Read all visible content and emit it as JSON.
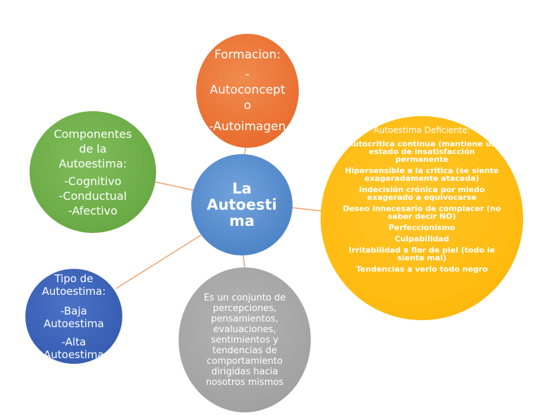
{
  "center": {
    "title": "La Autoestima",
    "lines": [
      "La",
      "Autoesti",
      "ma"
    ]
  },
  "formacion": {
    "lines": [
      "Formacion:",
      "-",
      "Autoconcept",
      "o",
      "-Autoimagen"
    ]
  },
  "componentes": {
    "title_lines": [
      "Componentes",
      "de la",
      "Autoestima:"
    ],
    "items": [
      "-Cognitivo",
      "-Conductual",
      "-Afectivo"
    ]
  },
  "tipo": {
    "title_lines": [
      "Tipo de",
      "Autoestima:"
    ],
    "items": [
      "-Baja\nAutoestima",
      "-Alta\nAutoestima"
    ]
  },
  "definicion": {
    "text": "Es un conjunto de percepciones, pensamientos, evaluaciones, sentimientos y tendencias de comportamiento dirigidas hacia nosotros mismos"
  },
  "deficiente": {
    "title": "Autoestima Deficiente:",
    "items": [
      "Autocritica continua (mantiene un estado de insatisfacción permanente",
      "Hipersensible a la critica (se siente exageradamente atacada)",
      "Indecisión crónica por miedo exagerado a equivocarse",
      "Deseo innecesario de complacer (no saber decir NO)",
      "Perfeccionismo",
      "Culpabilidad",
      "Irritabilidad a flor de piel (todo le sienta mal)",
      "Tendencias a verlo todo negro"
    ]
  },
  "colors": {
    "connector": "#f0a070",
    "center": "#4f86c9",
    "formacion": "#ea7133",
    "componentes": "#6cac47",
    "tipo": "#3a60b6",
    "definicion": "#a4a4a4",
    "deficiente": "#ffbb10"
  }
}
